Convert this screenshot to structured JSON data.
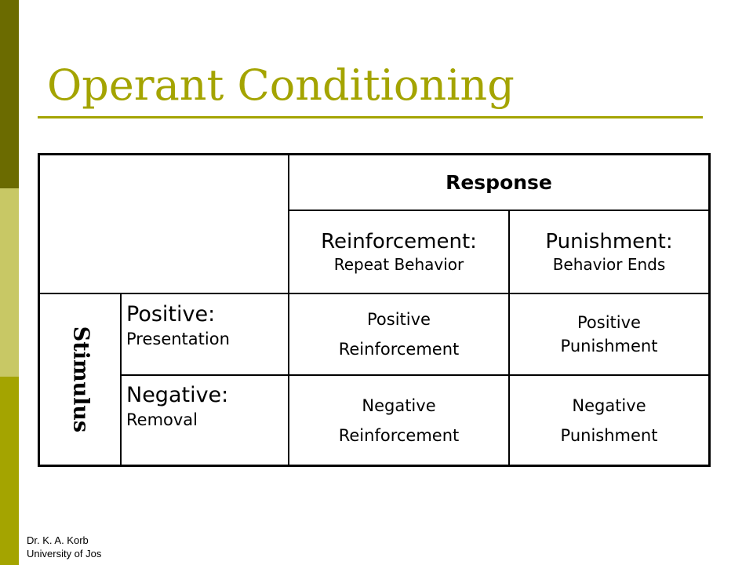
{
  "colors": {
    "bar_top": "#6b6b00",
    "bar_middle": "#c8c865",
    "bar_bottom": "#a4a400",
    "title": "#a4a400",
    "rule": "#a4a400"
  },
  "title": "Operant Conditioning",
  "table": {
    "response_label": "Response",
    "stimulus_label": "Stimulus",
    "columns": [
      {
        "main": "Reinforcement:",
        "sub": "Repeat Behavior"
      },
      {
        "main": "Punishment:",
        "sub": "Behavior Ends"
      }
    ],
    "rows": [
      {
        "main": "Positive:",
        "sub": "Presentation",
        "cells": [
          [
            "Positive",
            "Reinforcement"
          ],
          [
            "Positive",
            "Punishment"
          ]
        ]
      },
      {
        "main": "Negative:",
        "sub": "Removal",
        "cells": [
          [
            "Negative",
            "Reinforcement"
          ],
          [
            "Negative",
            "Punishment"
          ]
        ]
      }
    ]
  },
  "footer": {
    "line1": "Dr. K. A. Korb",
    "line2": "University of Jos"
  }
}
